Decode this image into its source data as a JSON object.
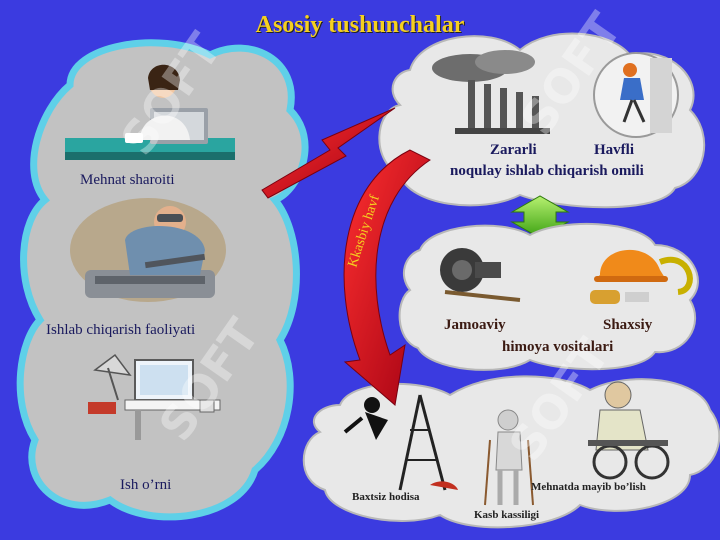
{
  "title": "Asosiy tushunchalar",
  "left_column": {
    "working_conditions": "Mehnat sharoiti",
    "production_activity": "Ishlab chiqarish faoliyati",
    "workplace": "Ish o’rni"
  },
  "factors_cloud": {
    "harmful": "Zararli",
    "dangerous": "Havfli",
    "factor_caption": "noqulay ishlab chiqarish omili"
  },
  "protection_cloud": {
    "collective": "Jamoaviy",
    "individual": "Shaxsiy",
    "caption": "himoya vositalari"
  },
  "arrow_label": "Kkasbiy havf",
  "outcomes_cloud": {
    "accident": "Baxtsiz hodisa",
    "occupational_disease": "Kasb kassiligi",
    "disability": "Mehnatda mayib bo’lish"
  },
  "watermark": "SOFT",
  "colors": {
    "background": "#3b3be0",
    "title": "#f5d020",
    "left_cloud_fill": "#c2c2c2",
    "left_cloud_border": "#5fd0e8",
    "right_cloud_fill": "#e8e8e8",
    "arrow_red": "#c8001a",
    "double_arrow_green": "#6cc82a"
  }
}
